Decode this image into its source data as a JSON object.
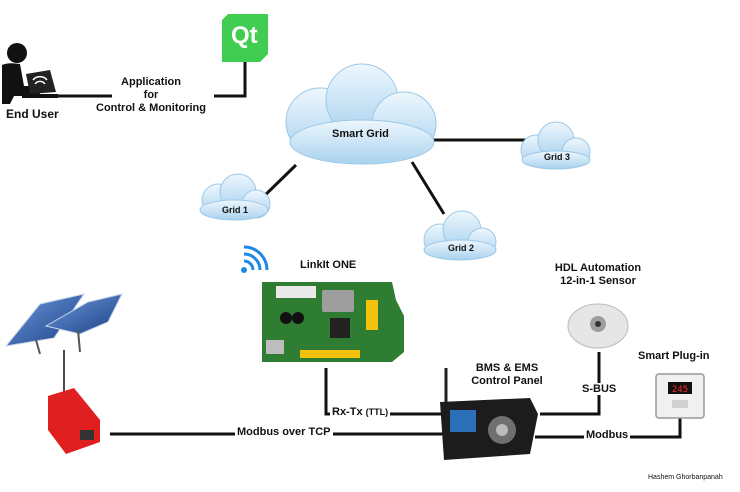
{
  "nodes": {
    "end_user": "End User",
    "qt_logo": "Qt",
    "application": [
      "Application",
      "for",
      "Control & Monitoring"
    ],
    "smart_grid": "Smart Grid",
    "grid1": "Grid 1",
    "grid2": "Grid 2",
    "grid3": "Grid 3",
    "linkit": "LinkIt ONE",
    "hdl": [
      "HDL Automation",
      "12-in-1 Sensor"
    ],
    "bms": [
      "BMS & EMS",
      "Control Panel"
    ],
    "smart_plug": "Smart Plug-in",
    "plug_display": "245"
  },
  "links": {
    "rx_tx": "Rx-Tx",
    "rx_tx_suffix": "(TTL)",
    "modbus_tcp": "Modbus over TCP",
    "s_bus": "S-BUS",
    "modbus": "Modbus"
  },
  "credit": "Hashem Ghorbanpanah",
  "colors": {
    "cloud": "#cfe6f7",
    "qt": "#41cd52",
    "inverter": "#e02020",
    "board": "#2e7d32",
    "panel": "#2456a8",
    "wifi": "#1e88e5"
  }
}
